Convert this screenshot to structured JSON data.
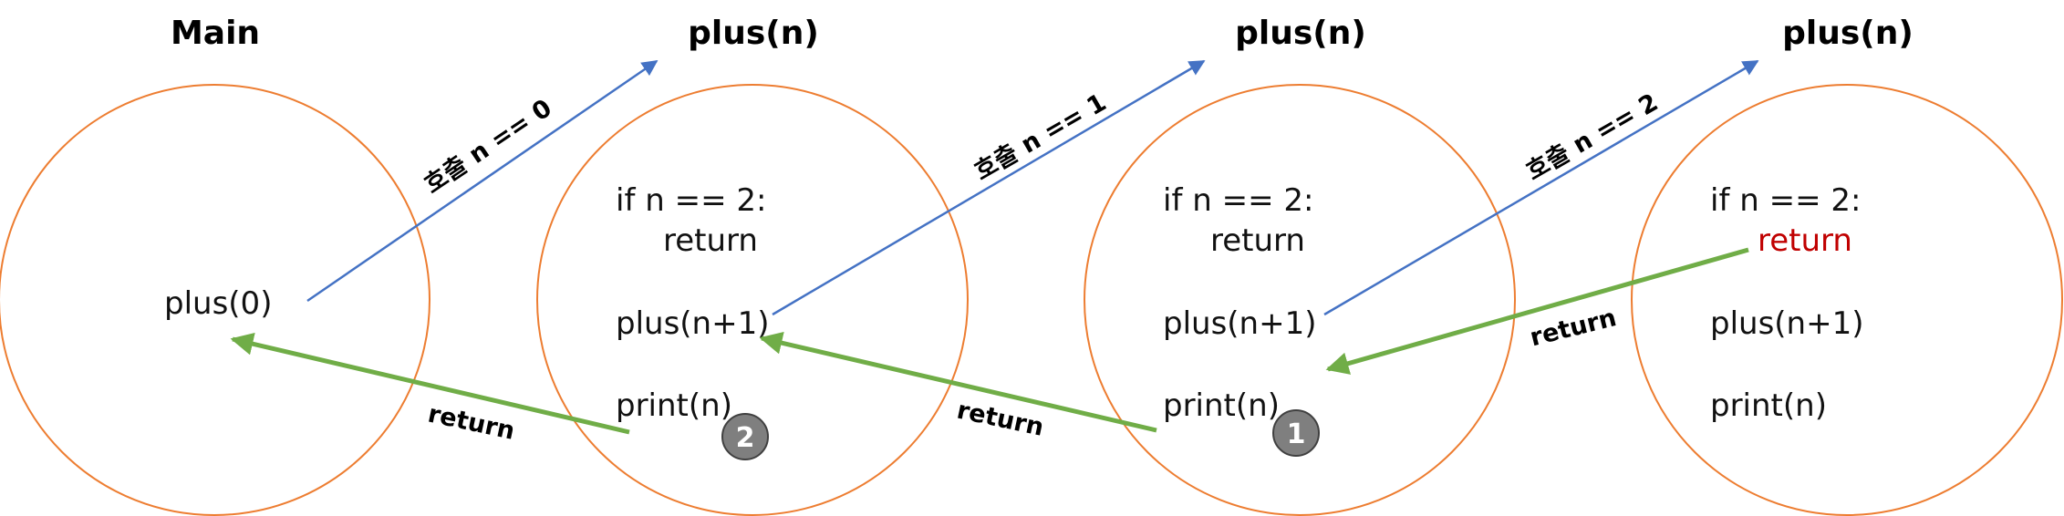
{
  "colors": {
    "circle": "#ed7d31",
    "call_arrow": "#4472c4",
    "return_arrow": "#70ad47",
    "highlight": "#c00000",
    "badge_fill": "#7f7f7f"
  },
  "frames": [
    {
      "title": "Main",
      "lines": [
        "plus(0)"
      ]
    },
    {
      "title": "plus(n)",
      "lines": [
        "if n == 2:",
        "return",
        "plus(n+1)",
        "print(n)"
      ]
    },
    {
      "title": "plus(n)",
      "lines": [
        "if n == 2:",
        "return",
        "plus(n+1)",
        "print(n)"
      ]
    },
    {
      "title": "plus(n)",
      "lines": [
        "if n == 2:",
        "return",
        "plus(n+1)",
        "print(n)"
      ]
    }
  ],
  "calls": [
    {
      "label": "호출 n == 0"
    },
    {
      "label": "호출 n == 1"
    },
    {
      "label": "호출 n == 2"
    }
  ],
  "returns": [
    {
      "label": "return"
    },
    {
      "label": "return"
    },
    {
      "label": "return"
    }
  ],
  "badges": [
    {
      "text": "2"
    },
    {
      "text": "1"
    }
  ]
}
